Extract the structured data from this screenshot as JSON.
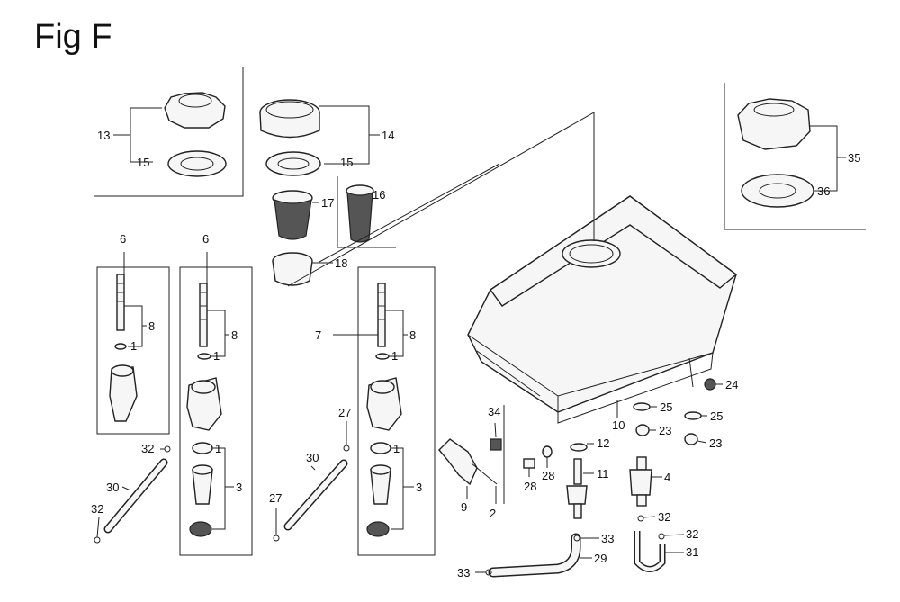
{
  "figure": {
    "title": "Fig F"
  },
  "colors": {
    "ink": "#222222",
    "paper": "#ffffff"
  },
  "callouts": {
    "c13": "13",
    "c15a": "15",
    "c14": "14",
    "c15b": "15",
    "c17": "17",
    "c16": "16",
    "c18": "18",
    "c35": "35",
    "c36": "36",
    "c6a": "6",
    "c8a": "8",
    "c1a": "1",
    "c6b": "6",
    "c8b": "8",
    "c1b": "1",
    "c1c": "1",
    "c3a": "3",
    "c7": "7",
    "c8c": "8",
    "c1d": "1",
    "c1e": "1",
    "c3b": "3",
    "c32a": "32",
    "c30a": "30",
    "c32b": "32",
    "c27a": "27",
    "c30b": "30",
    "c27b": "27",
    "c34": "34",
    "c9": "9",
    "c2": "2",
    "c10": "10",
    "c12": "12",
    "c11": "11",
    "c28a": "28",
    "c28b": "28",
    "c24": "24",
    "c25a": "25",
    "c25b": "25",
    "c23a": "23",
    "c23b": "23",
    "c4": "4",
    "c32c": "32",
    "c32d": "32",
    "c31": "31",
    "c33a": "33",
    "c33b": "33",
    "c29": "29"
  }
}
